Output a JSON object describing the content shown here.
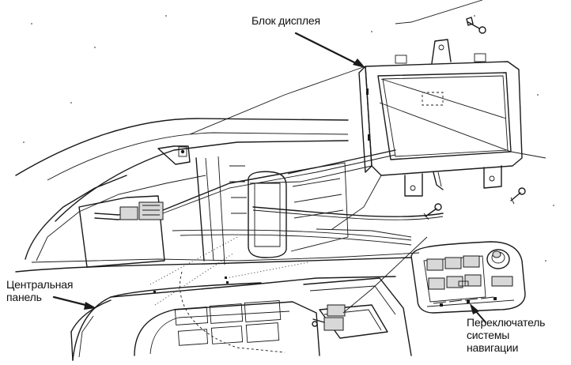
{
  "labels": {
    "display_unit": "Блок дисплея",
    "center_panel": [
      "Центральная",
      "панель"
    ],
    "nav_switch": [
      "Переключатель",
      "системы",
      "навигации"
    ]
  },
  "colors": {
    "ink": "#1a1a1a",
    "background": "#ffffff"
  }
}
